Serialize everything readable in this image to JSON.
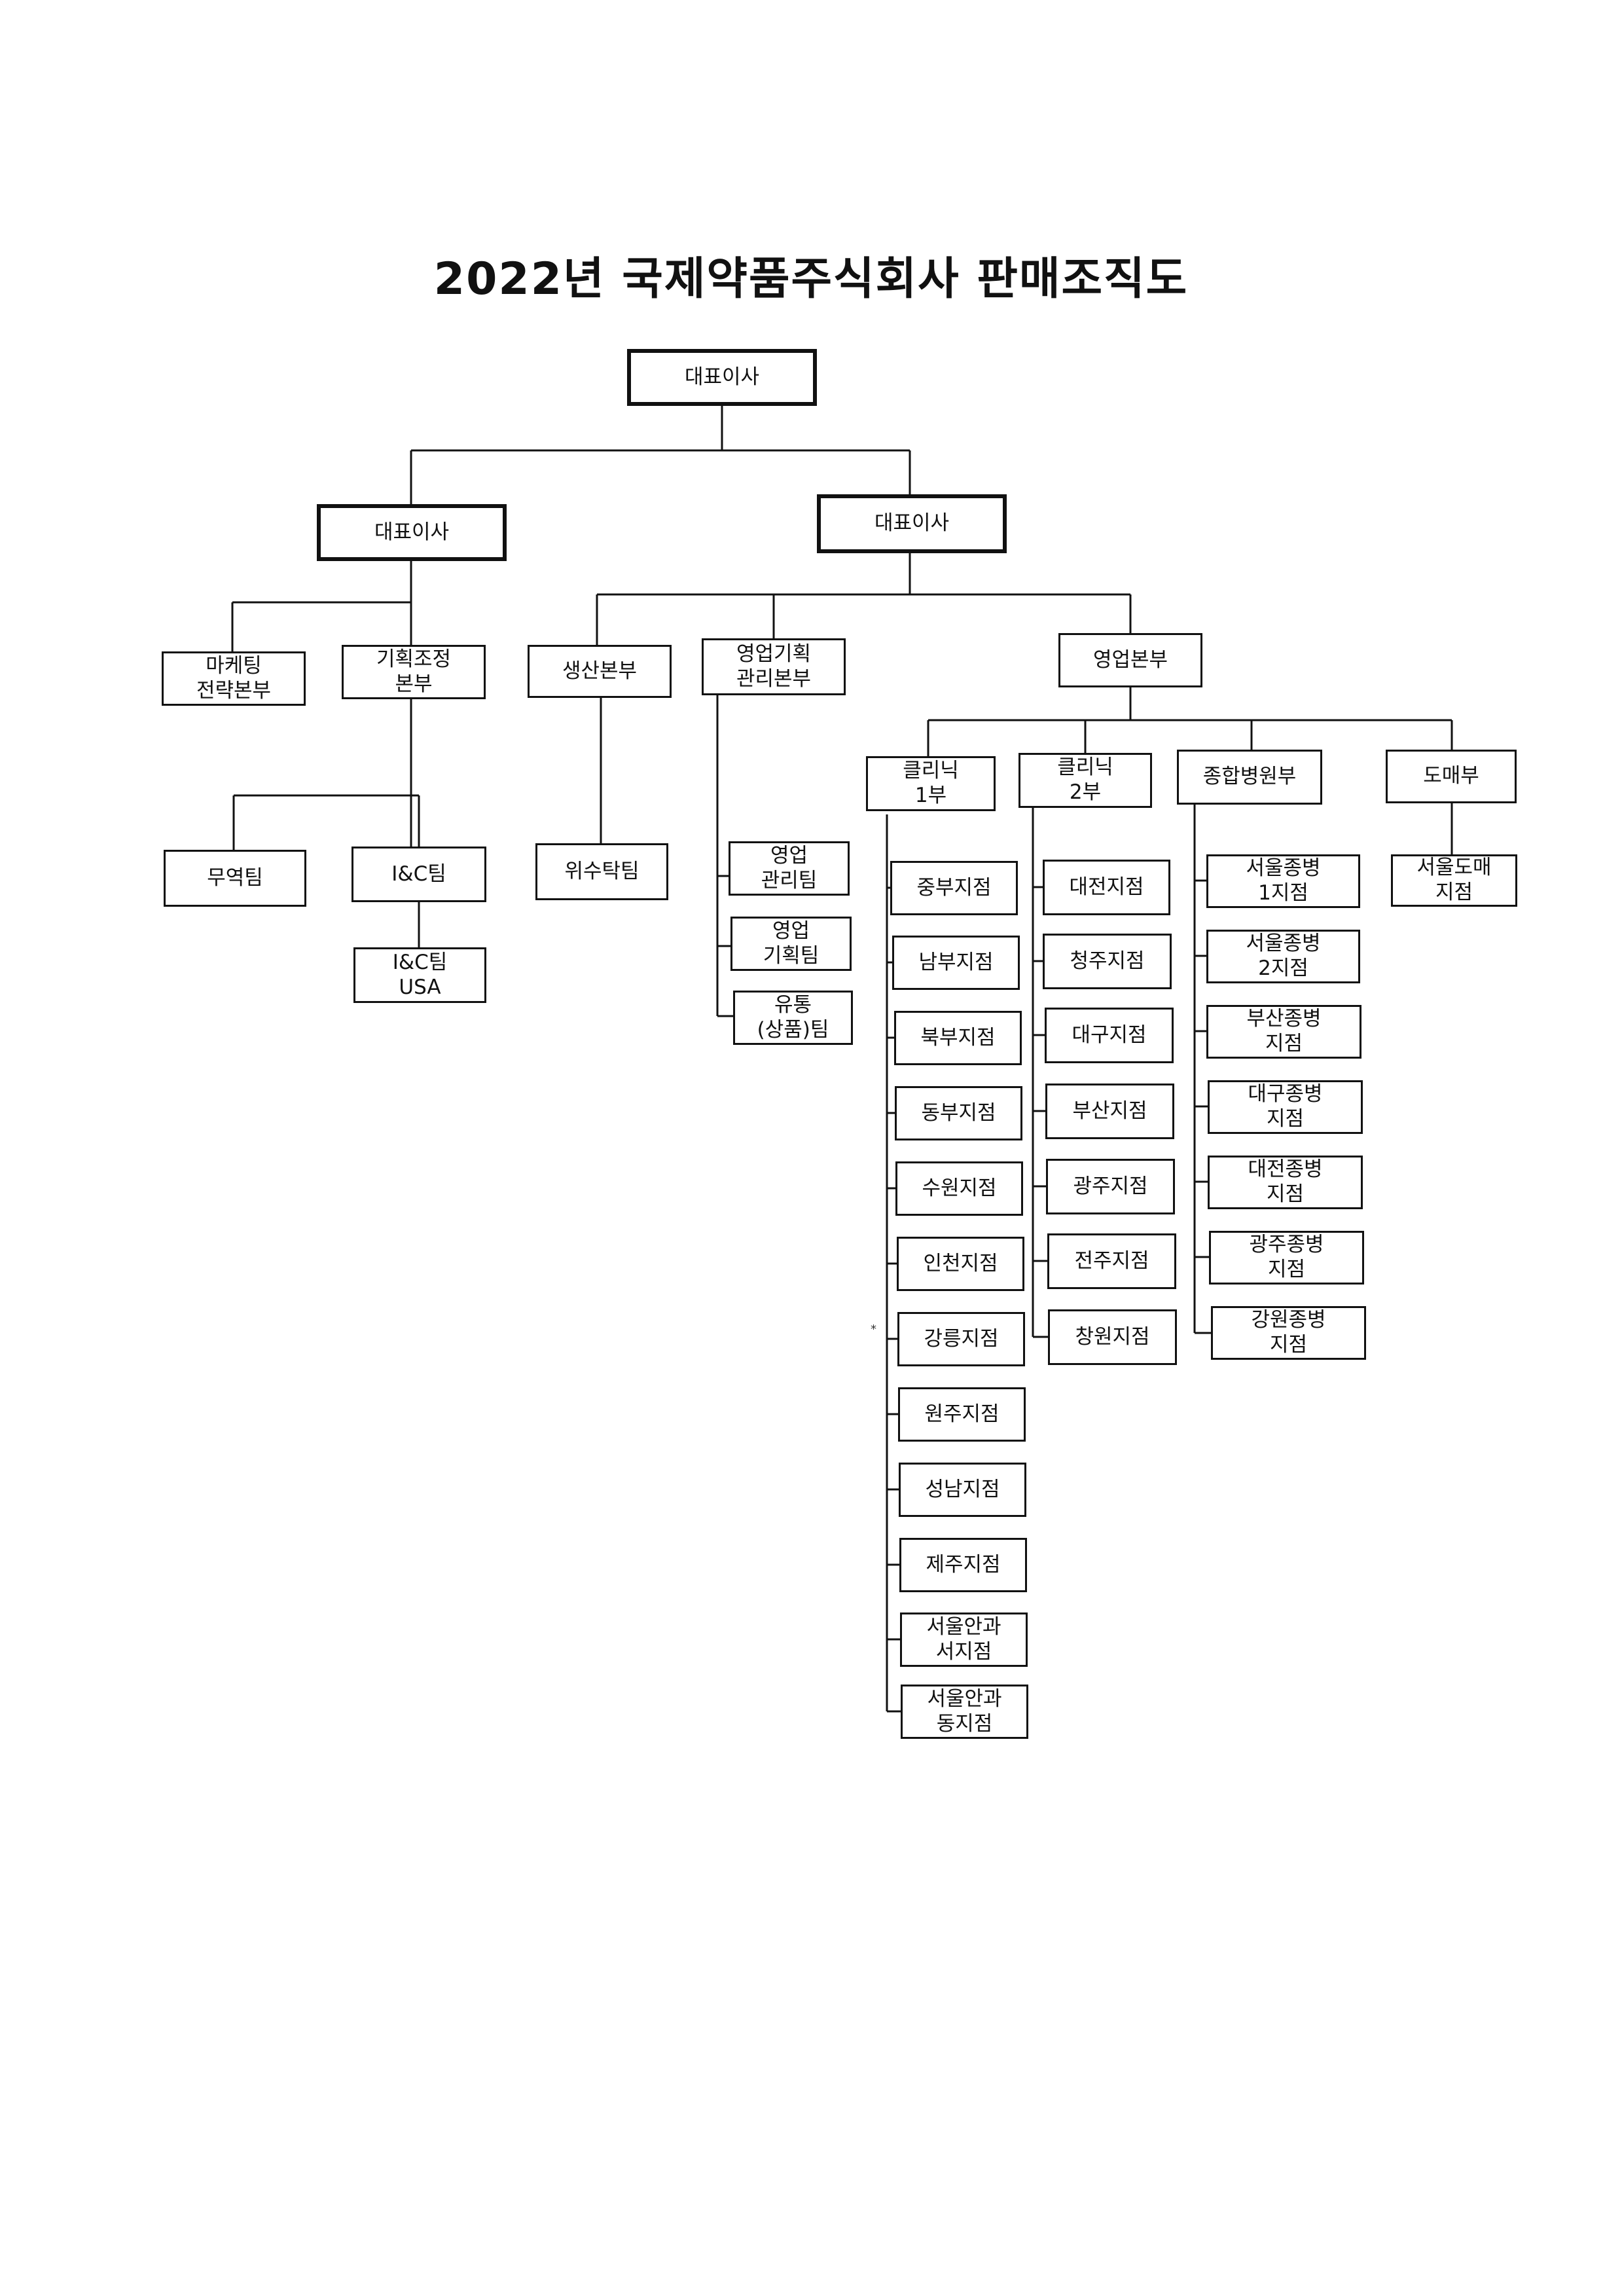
{
  "title": "2022년 국제약품주식회사 판매조직도",
  "labels": {
    "ceo_top": "대표이사",
    "ceo_left": "대표이사",
    "ceo_right": "대표이사",
    "marketing": "마케팅\n전략본부",
    "planning": "기획조정\n본부",
    "trade_team": "무역팀",
    "ic_team": "I&C팀",
    "ic_usa": "I&C팀\nUSA",
    "production": "생산본부",
    "consign_team": "위수탁팀",
    "sales_planning": "영업기획\n관리본부",
    "sales_mgmt_team": "영업\n관리팀",
    "sales_plan_team": "영업\n기획팀",
    "distribution_team": "유통\n(상품)팀",
    "sales_hq": "영업본부",
    "clinic1": "클리닉\n1부",
    "clinic2": "클리닉\n2부",
    "hospital": "종합병원부",
    "wholesale": "도매부",
    "seoul_wholesale": "서울도매\n지점",
    "asterisk": "*"
  },
  "clinic1_branches": [
    "중부지점",
    "남부지점",
    "북부지점",
    "동부지점",
    "수원지점",
    "인천지점",
    "강릉지점",
    "원주지점",
    "성남지점",
    "제주지점",
    "서울안과\n서지점",
    "서울안과\n동지점"
  ],
  "clinic2_branches": [
    "대전지점",
    "청주지점",
    "대구지점",
    "부산지점",
    "광주지점",
    "전주지점",
    "창원지점"
  ],
  "hospital_branches": [
    "서울종병\n1지점",
    "서울종병\n2지점",
    "부산종병\n지점",
    "대구종병\n지점",
    "대전종병\n지점",
    "광주종병\n지점",
    "강원종병\n지점"
  ]
}
